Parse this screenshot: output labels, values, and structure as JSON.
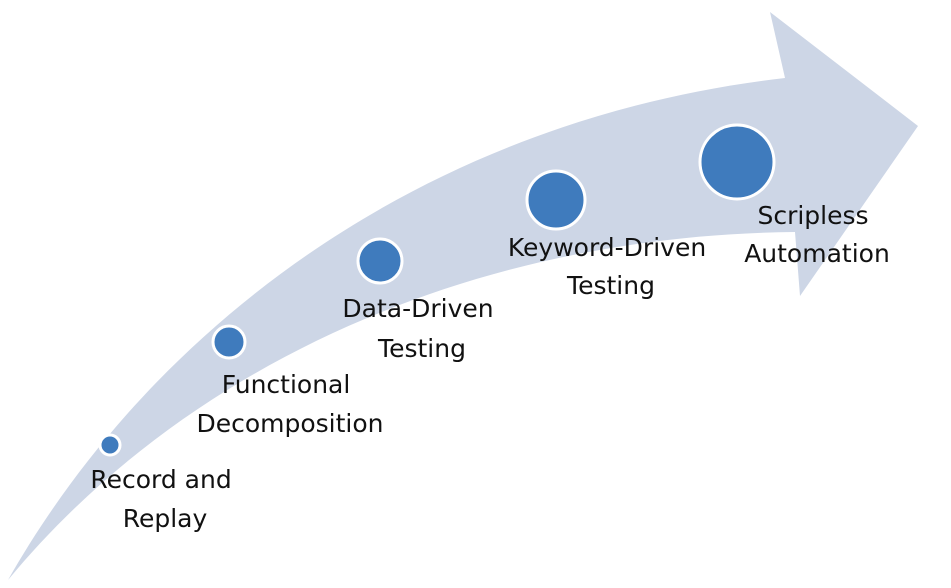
{
  "diagram": {
    "colors": {
      "arrow_fill": "#cdd6e6",
      "dot_fill": "#3f7bbd",
      "dot_stroke": "#ffffff",
      "text": "#111111"
    },
    "stages": [
      {
        "line1": "Record and",
        "line2": "Replay"
      },
      {
        "line1": "Functional",
        "line2": "Decomposition"
      },
      {
        "line1": "Data-Driven",
        "line2": "Testing"
      },
      {
        "line1": "Keyword-Driven",
        "line2": "Testing"
      },
      {
        "line1": "Scripless",
        "line2": "Automation"
      }
    ]
  }
}
